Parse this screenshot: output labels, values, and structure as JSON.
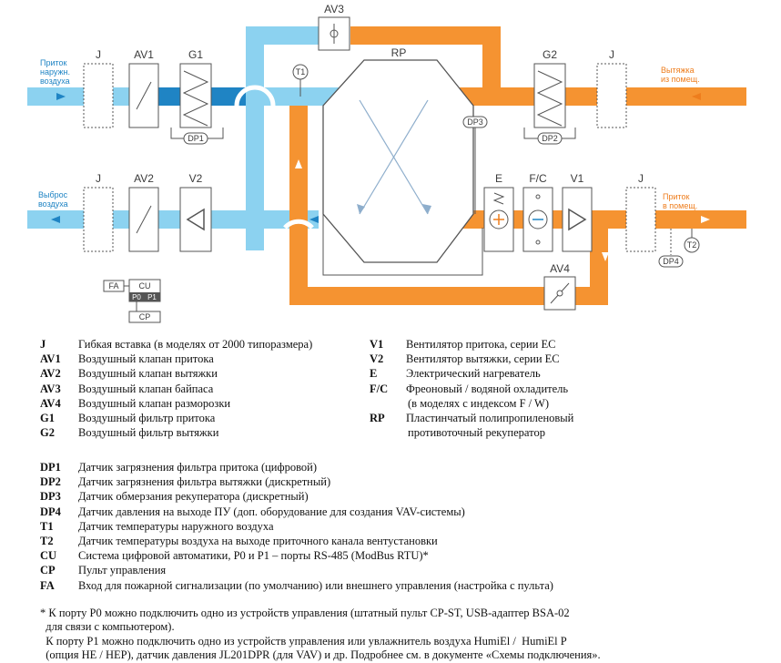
{
  "colors": {
    "supply_fresh": "#8cd2f0",
    "supply_fresh_dark": "#1f84c4",
    "exhaust": "#f59331",
    "outline": "#555555"
  },
  "diagram": {
    "labels": {
      "outdoor_intake": [
        "Приток",
        "наружн.",
        "воздуха"
      ],
      "exhaust_to_outside": [
        "Выброс",
        "воздуха"
      ],
      "extract_from_room": [
        "Вытяжка",
        "из помещ."
      ],
      "supply_to_room": [
        "Приток",
        "в помещ."
      ]
    },
    "components": {
      "j": "J",
      "av1": "AV1",
      "av2": "AV2",
      "av3": "AV3",
      "av4": "AV4",
      "g1": "G1",
      "g2": "G2",
      "v1": "V1",
      "v2": "V2",
      "e": "E",
      "fc": "F/C",
      "rp": "RP",
      "t1": "T1",
      "t2": "T2",
      "dp1": "DP1",
      "dp2": "DP2",
      "dp3": "DP3",
      "dp4": "DP4",
      "fa": "FA",
      "cu": "CU",
      "p0": "P0",
      "p1": "P1",
      "cp": "CP"
    }
  },
  "legend_left": [
    {
      "code": "J",
      "text": "Гибкая вставка (в моделях от 2000 типоразмера)"
    },
    {
      "code": "AV1",
      "text": "Воздушный клапан притока"
    },
    {
      "code": "AV2",
      "text": "Воздушный клапан вытяжки"
    },
    {
      "code": "AV3",
      "text": "Воздушный клапан байпаса"
    },
    {
      "code": "AV4",
      "text": "Воздушный клапан разморозки"
    },
    {
      "code": "G1",
      "text": "Воздушный фильтр притока"
    },
    {
      "code": "G2",
      "text": "Воздушный фильтр вытяжки"
    }
  ],
  "legend_right": [
    {
      "code": "V1",
      "text": "Вентилятор притока, серии ЕС"
    },
    {
      "code": "V2",
      "text": "Вентилятор вытяжки, серии ЕС"
    },
    {
      "code": "E",
      "text": "Электрический нагреватель"
    },
    {
      "code": "F/C",
      "text": "Фреоновый / водяной охладитель",
      "cont": "(в моделях с индексом F / W)"
    },
    {
      "code": "RP",
      "text": "Пластинчатый полипропиленовый",
      "cont": "противоточный рекуператор"
    }
  ],
  "legend_sensors": [
    {
      "code": "DP1",
      "text": "Датчик загрязнения фильтра притока (цифровой)"
    },
    {
      "code": "DP2",
      "text": "Датчик загрязнения фильтра вытяжки (дискретный)"
    },
    {
      "code": "DP3",
      "text": "Датчик обмерзания рекуператора (дискретный)"
    },
    {
      "code": "DP4",
      "text": "Датчик давления на выходе ПУ (доп. оборудование для создания VAV-системы)"
    },
    {
      "code": "T1",
      "text": "Датчик температуры наружного воздуха"
    },
    {
      "code": "T2",
      "text": "Датчик температуры воздуха на выходе приточного канала вентустановки"
    },
    {
      "code": "CU",
      "text": "Система цифровой автоматики, P0 и P1 – порты RS-485 (ModBus RTU)*"
    },
    {
      "code": "CP",
      "text": "Пульт управления"
    },
    {
      "code": "FA",
      "text": "Вход для пожарной сигнализации (по умолчанию) или внешнего управления (настройка с пульта)"
    }
  ],
  "notes": [
    "* К порту P0 можно подключить одно из устройств управления (штатный пульт CP-ST, USB-адаптер BSA-02",
    "  для связи с компьютером).",
    "  К порту P1 можно подключить одно из устройств управления или увлажнитель воздуха HumiEl /  HumiEl P",
    "  (опция HE / HEP), датчик давления JL201DPR (для VAV) и др. Подробнее см. в документе «Схемы подключения»."
  ]
}
